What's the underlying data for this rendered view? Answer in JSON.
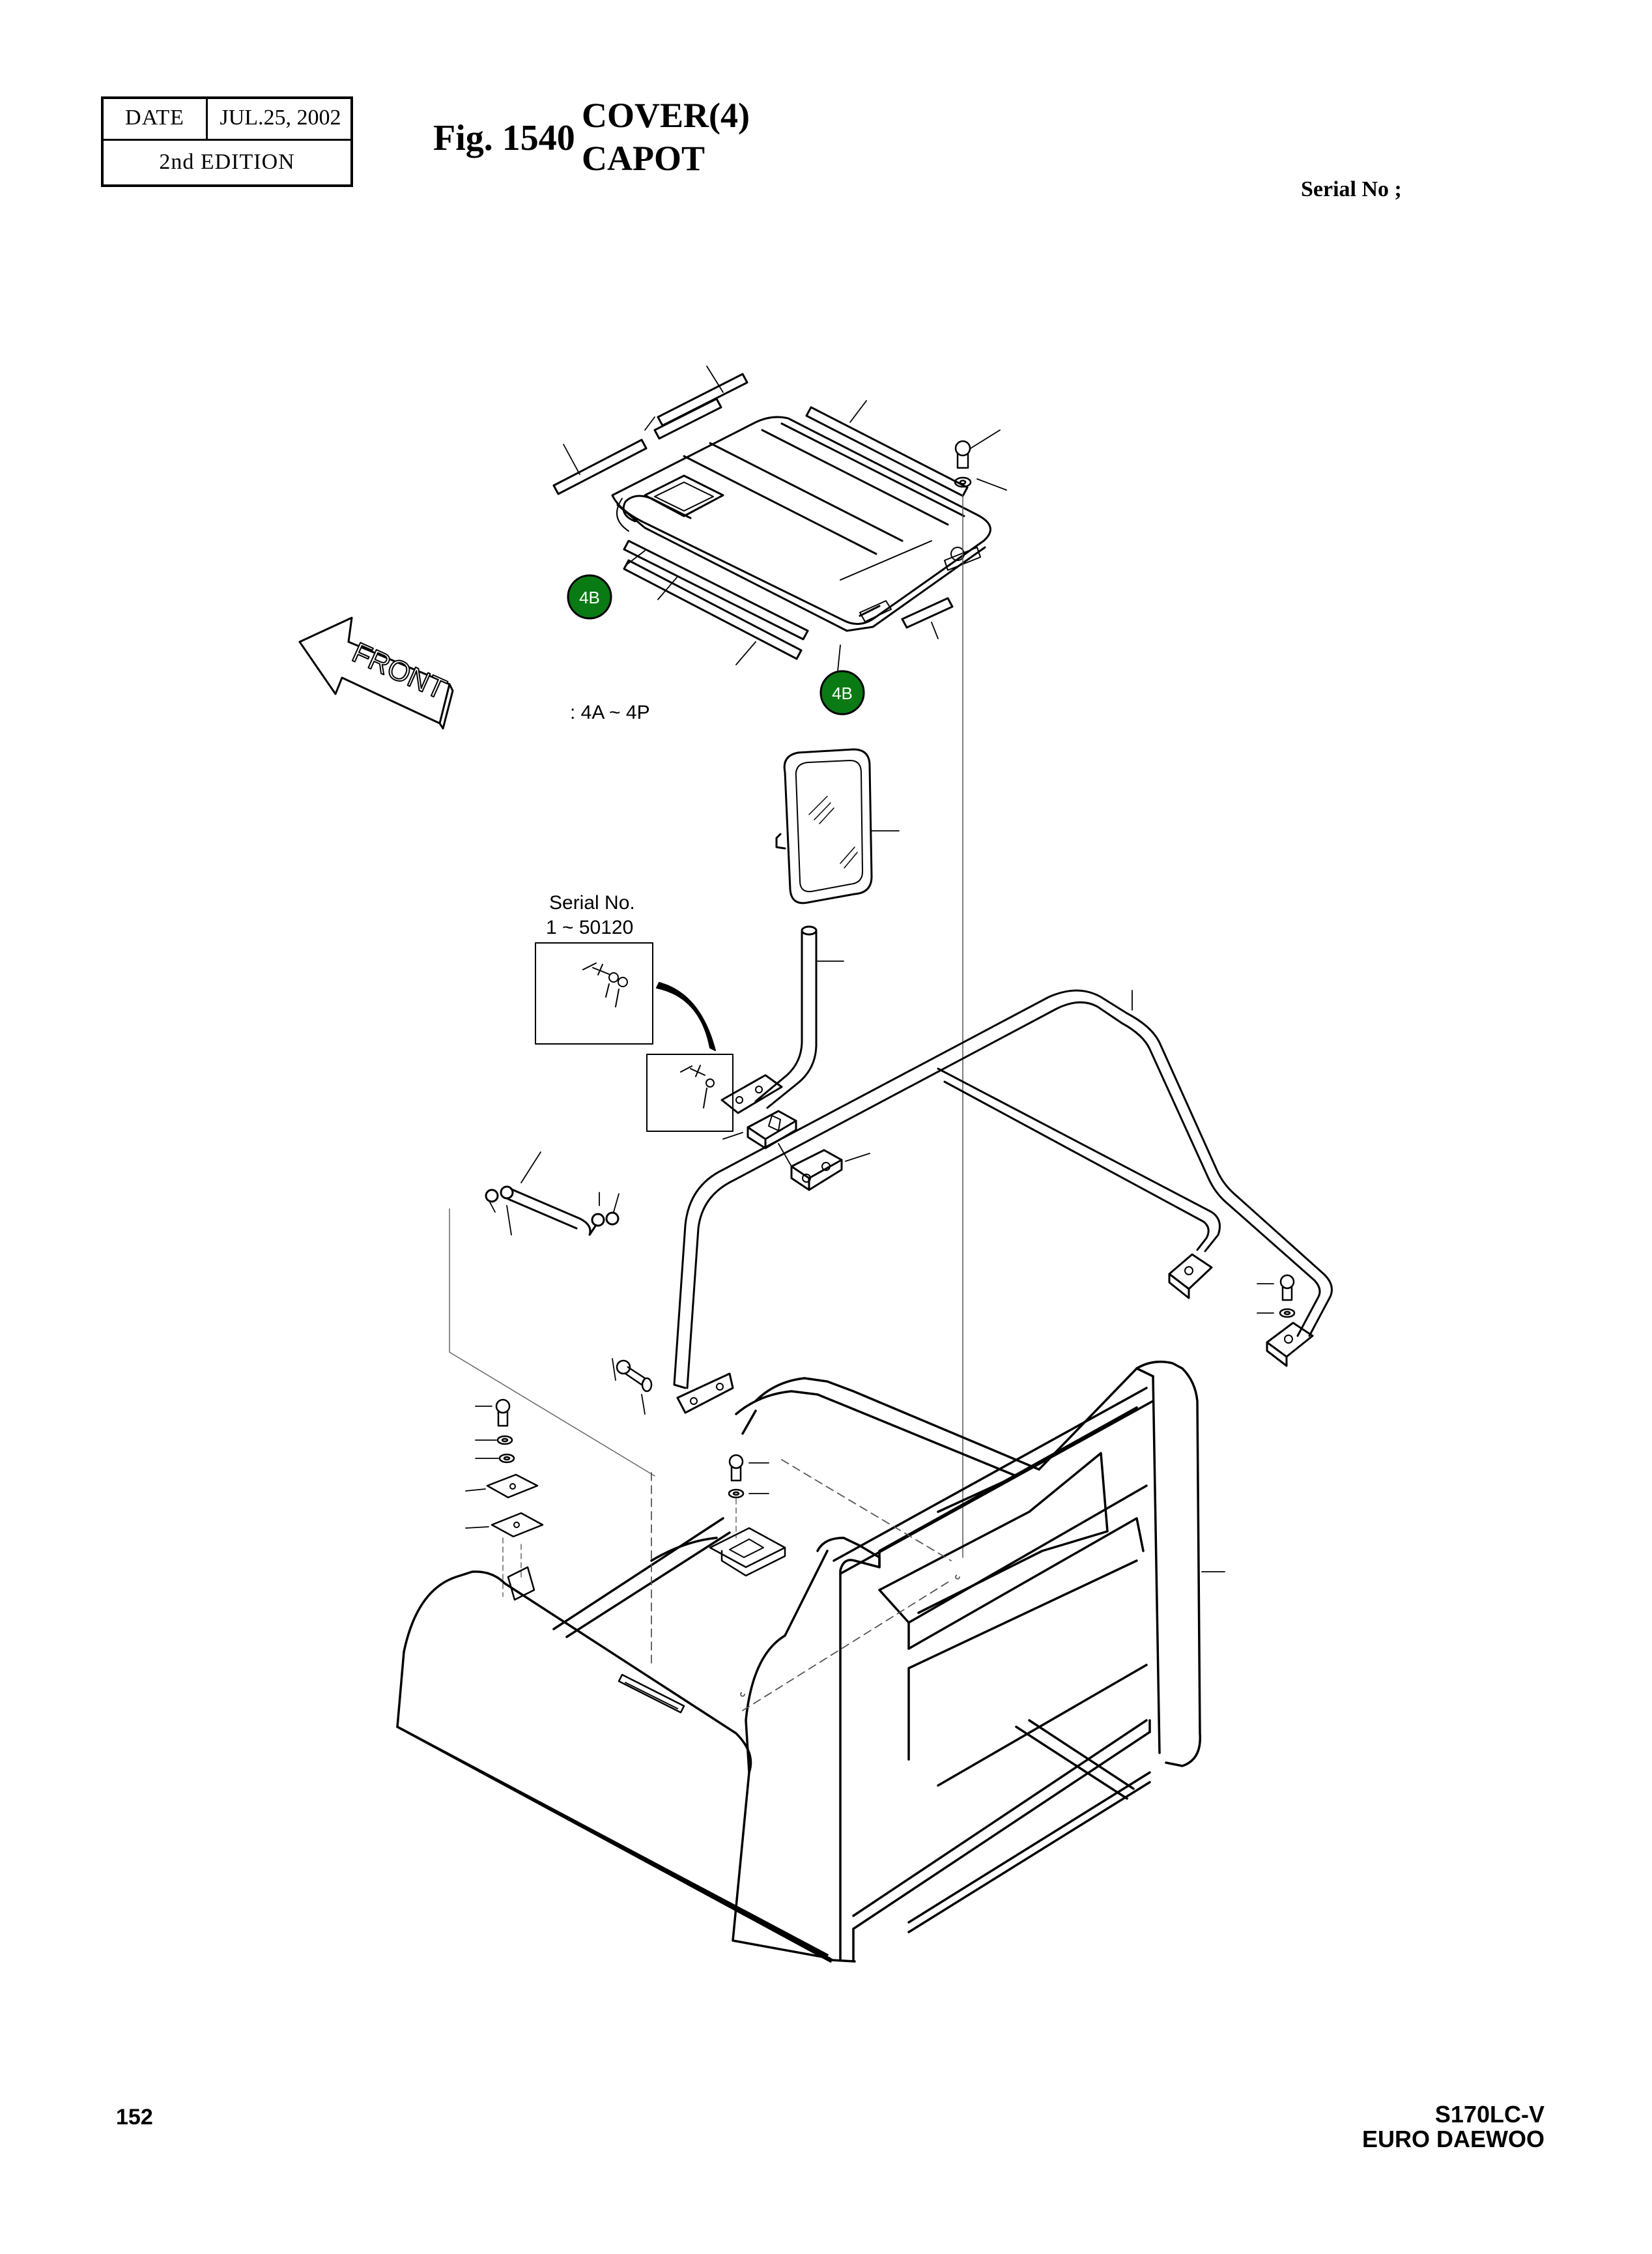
{
  "header": {
    "date_label": "DATE",
    "date_value": "JUL.25, 2002",
    "edition": "2nd EDITION",
    "figure_number": "Fig. 1540",
    "title_en": "COVER(4)",
    "title_fr": "CAPOT",
    "serial": "Serial No ;"
  },
  "diagram": {
    "front_label": "FRONT",
    "callout_4b": "4B",
    "kit_range": ": 4A ~ 4P",
    "serial_note_line1": "Serial No.",
    "serial_note_line2": "1 ~ 50120",
    "callout_color": "#0a7a14"
  },
  "footer": {
    "page_number": "152",
    "model": "S170LC-V",
    "brand": "EURO DAEWOO"
  }
}
